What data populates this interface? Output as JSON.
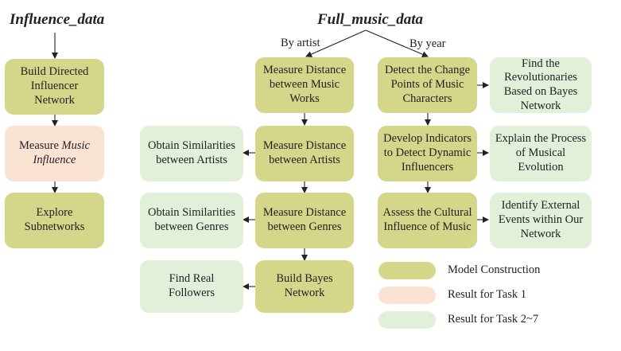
{
  "headers": {
    "influence": "Influence_data",
    "full_music": "Full_music_data"
  },
  "edge_labels": {
    "by_artist": "By artist",
    "by_year": "By year"
  },
  "left_column": {
    "build_network": "Build Directed Influencer Network",
    "measure_influence_prefix": "Measure ",
    "measure_influence_emph1": "Music",
    "measure_influence_emph2": "Influence",
    "explore": "Explore Subnetworks"
  },
  "artist_branch": {
    "music_works": "Measure Distance between Music Works",
    "artists": "Measure Distance between Artists",
    "genres": "Measure Distance between Genres",
    "bayes": "Build Bayes Network"
  },
  "artist_results": {
    "sim_artists": "Obtain Similarities between Artists",
    "sim_genres": "Obtain Similarities between Genres",
    "followers": "Find Real Followers"
  },
  "year_branch": {
    "change_points": "Detect the  Change Points of Music Characters",
    "indicators": "Develop Indicators to Detect Dynamic Influencers",
    "cultural": "Assess the Cultural Influence of Music"
  },
  "year_results": {
    "revolutionaries": "Find the Revolutionaries Based on Bayes Network",
    "evolution": "Explain the Process of Musical Evolution",
    "external": "Identify External Events within Our Network"
  },
  "legend": {
    "model": "Model Construction",
    "task1": "Result for Task 1",
    "task27": "Result for Task 2~7"
  },
  "colors": {
    "model": "#d4d68a",
    "task1": "#fbe3d3",
    "task27": "#e2f0d9",
    "arrow": "#222222"
  }
}
